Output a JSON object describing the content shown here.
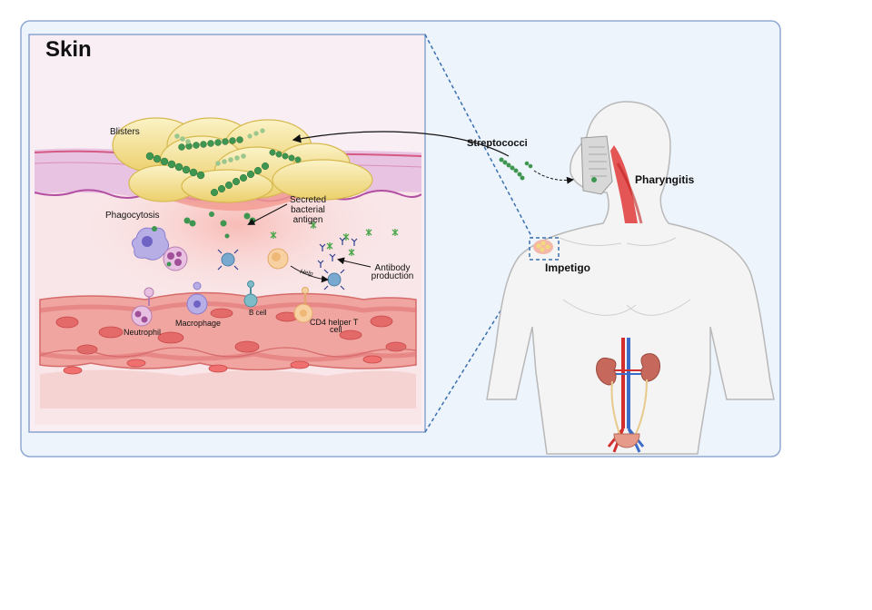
{
  "panel_title": "Skin",
  "skin_labels": {
    "blisters": "Blisters",
    "phagocytosis": "Phagocytosis",
    "secreted_1": "Secreted",
    "secreted_2": "bacterial",
    "secreted_3": "antigen",
    "antibody_1": "Antibody",
    "antibody_2": "production",
    "help": "Help",
    "neutrophil": "Neutrophil",
    "macrophage": "Macrophage",
    "b_cell": "B cell",
    "cd4_1": "CD4 helper T",
    "cd4_2": "cell"
  },
  "body_labels": {
    "streptococci": "Streptococci",
    "pharyngitis": "Pharyngitis",
    "impetigo": "Impetigo"
  },
  "colors": {
    "panel_border": "#8fa8d2",
    "panel_fill": "#eef4fc",
    "inset_border": "#8aa4d0",
    "bacteria": "#3f9650",
    "blister": "#f2de8a",
    "vessel": "#e97a7a",
    "dashed": "#3a6fb0"
  }
}
